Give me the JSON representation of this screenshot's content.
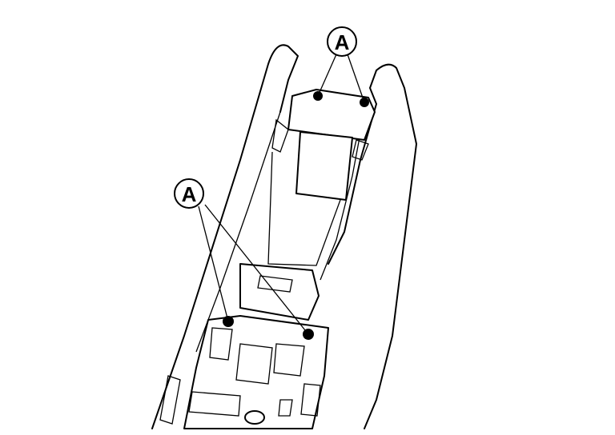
{
  "diagram": {
    "callouts": [
      {
        "id": "upper",
        "label": "A"
      },
      {
        "id": "lower",
        "label": "A"
      }
    ],
    "colors": {
      "line": "#000000",
      "background": "#ffffff"
    }
  }
}
